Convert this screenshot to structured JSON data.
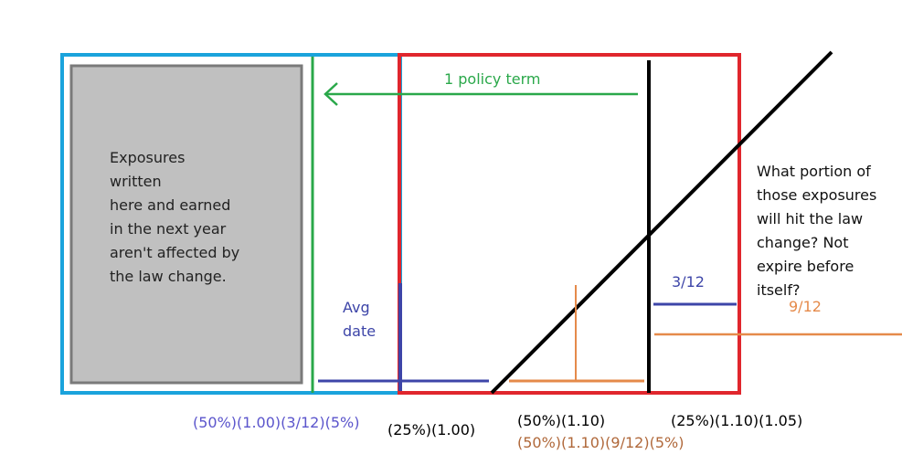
{
  "colors": {
    "blue_box": "#1aa3dc",
    "green": "#2aa84a",
    "red": "#e0262d",
    "navy": "#3d45a8",
    "orange": "#e58a4a",
    "gray_fill": "#c0c0c0",
    "gray_border": "#7a7a7a",
    "black": "#000000",
    "purple_text": "#5b55cc",
    "brown_text": "#b0683a"
  },
  "gray_box_lines": [
    "Exposures",
    "written",
    "here and earned",
    "in the next year",
    "aren't affected by",
    "the law change."
  ],
  "policy_term_label": "1 policy term",
  "avg_date_lines": [
    "Avg",
    "date"
  ],
  "question_lines": [
    "What portion of",
    "those exposures",
    "will hit the law",
    "change? Not",
    "expire before",
    "itself?"
  ],
  "fraction_3_12": "3/12",
  "fraction_9_12": "9/12",
  "formulas": {
    "f1": "(50%)(1.00)(3/12)(5%)",
    "f2": "(25%)(1.00)",
    "f3": "(50%)(1.10)",
    "f4": "(50%)(1.10)(9/12)(5%)",
    "f5": "(25%)(1.10)(1.05)"
  }
}
